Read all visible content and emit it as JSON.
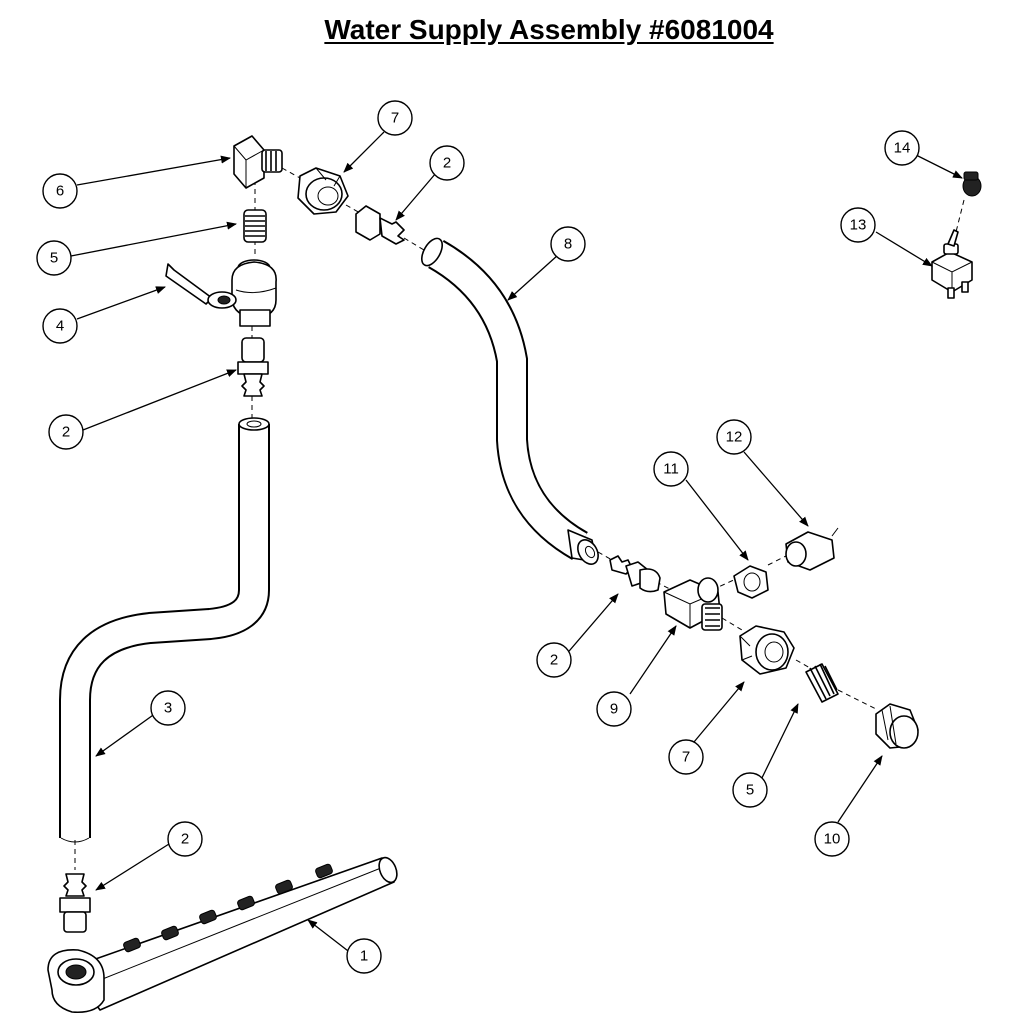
{
  "title": "Water Supply Assembly #6081004",
  "callouts": [
    {
      "id": "c1",
      "label": "1"
    },
    {
      "id": "c2a",
      "label": "2"
    },
    {
      "id": "c2b",
      "label": "2"
    },
    {
      "id": "c2c",
      "label": "2"
    },
    {
      "id": "c2d",
      "label": "2"
    },
    {
      "id": "c3",
      "label": "3"
    },
    {
      "id": "c4",
      "label": "4"
    },
    {
      "id": "c5a",
      "label": "5"
    },
    {
      "id": "c5b",
      "label": "5"
    },
    {
      "id": "c6",
      "label": "6"
    },
    {
      "id": "c7a",
      "label": "7"
    },
    {
      "id": "c7b",
      "label": "7"
    },
    {
      "id": "c8",
      "label": "8"
    },
    {
      "id": "c9",
      "label": "9"
    },
    {
      "id": "c10",
      "label": "10"
    },
    {
      "id": "c11",
      "label": "11"
    },
    {
      "id": "c12",
      "label": "12"
    },
    {
      "id": "c13",
      "label": "13"
    },
    {
      "id": "c14",
      "label": "14"
    }
  ]
}
